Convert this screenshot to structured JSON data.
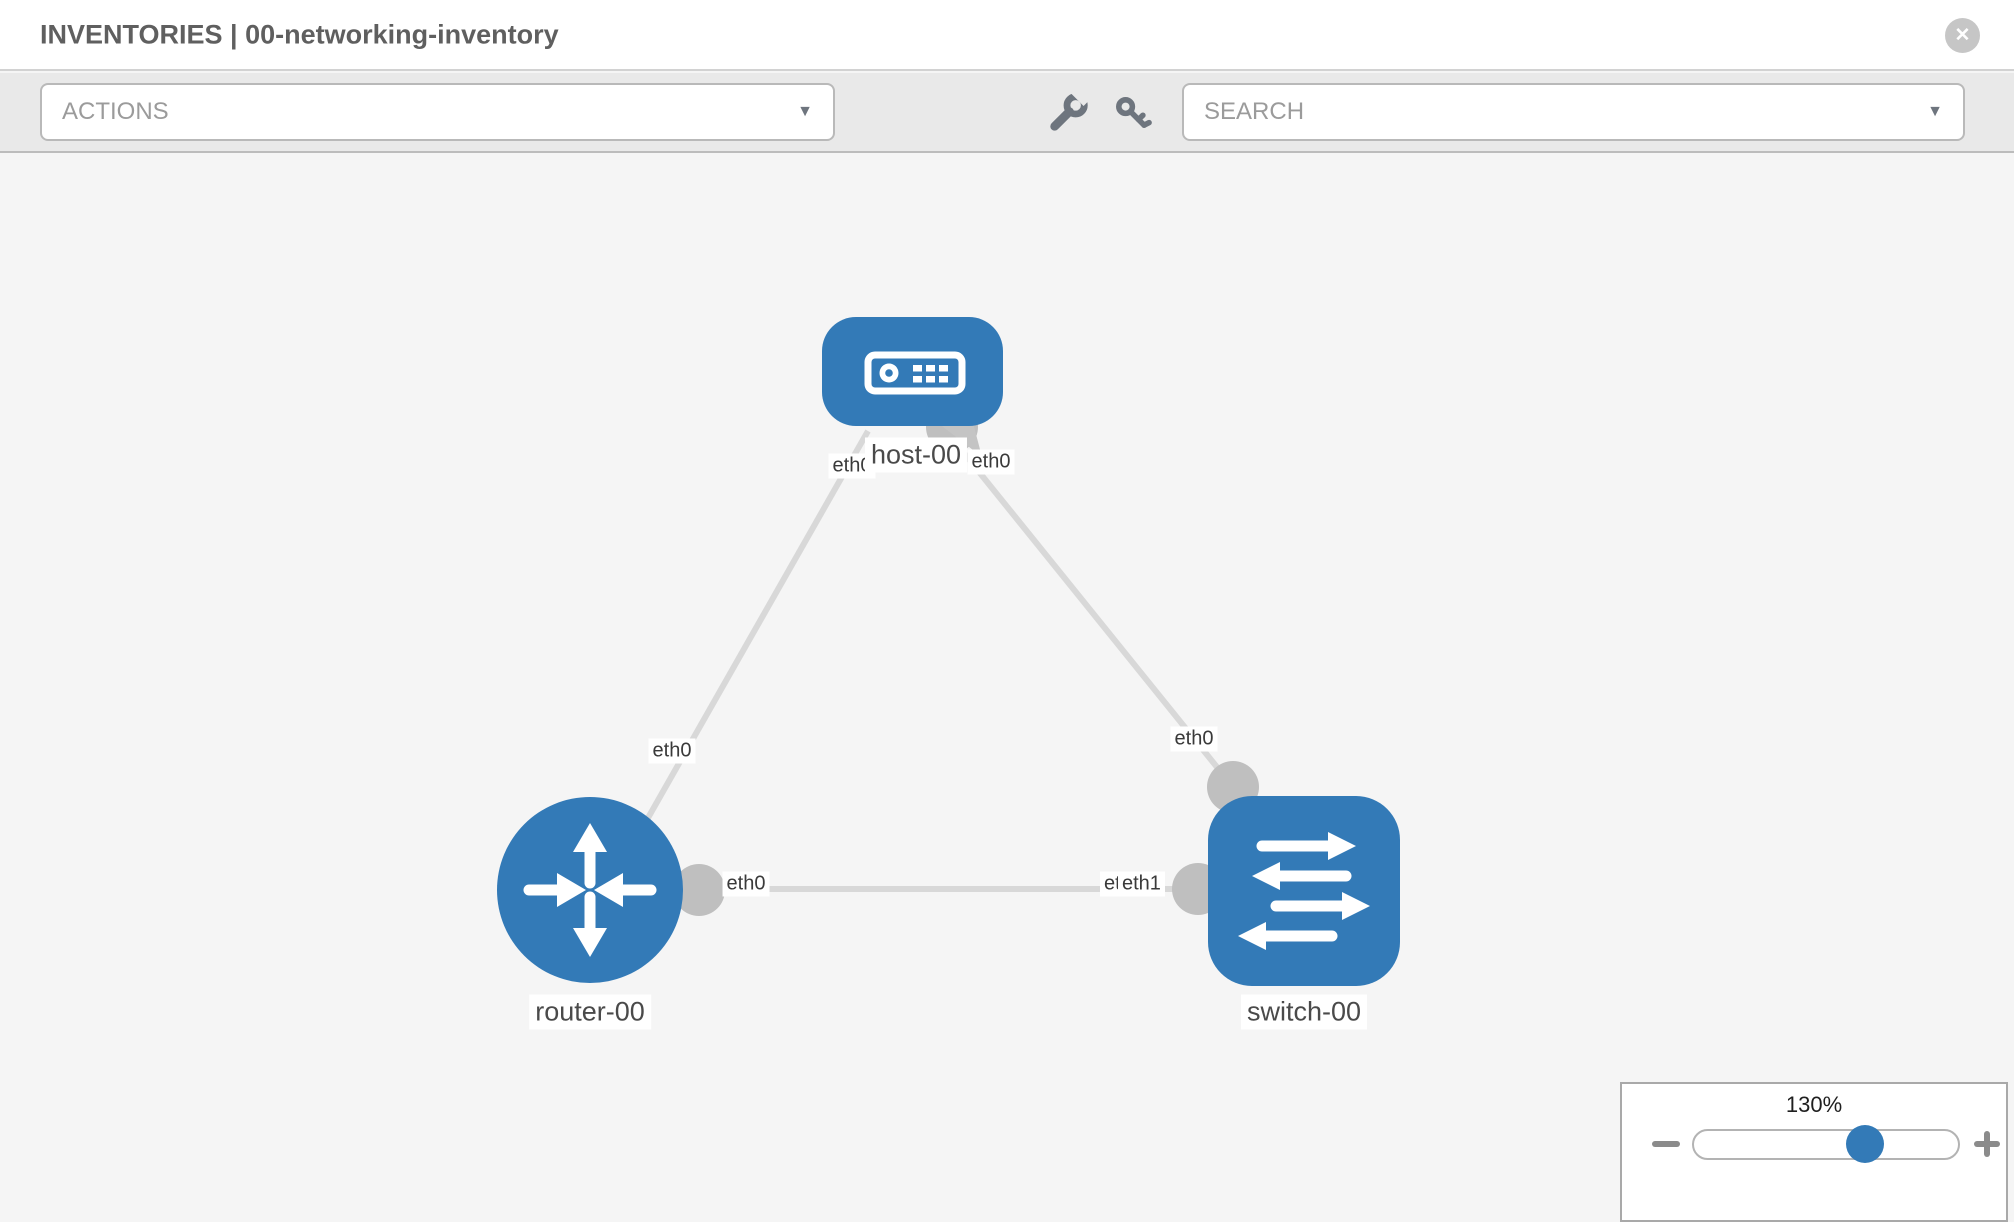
{
  "header": {
    "title": "INVENTORIES | 00-networking-inventory",
    "close_icon": "✕"
  },
  "toolbar": {
    "actions_label": "ACTIONS",
    "search_placeholder": "SEARCH",
    "caret": "▼"
  },
  "diagram": {
    "nodes": {
      "host": {
        "name": "host-00"
      },
      "router": {
        "name": "router-00"
      },
      "switch": {
        "name": "switch-00"
      }
    },
    "links": {
      "host_router": {
        "host_end": "eth0",
        "router_end": "eth0"
      },
      "host_switch": {
        "host_end": "eth0",
        "switch_end": "eth0"
      },
      "router_switch": {
        "router_end": "eth0",
        "switch_end_under": "eth0",
        "switch_end_over": "eth1"
      }
    },
    "colors": {
      "node_blue": "#337ab7",
      "connector_gray": "#bfbfbf",
      "edge_gray": "#d8d8d8"
    }
  },
  "zoom_control": {
    "level": "130%"
  }
}
